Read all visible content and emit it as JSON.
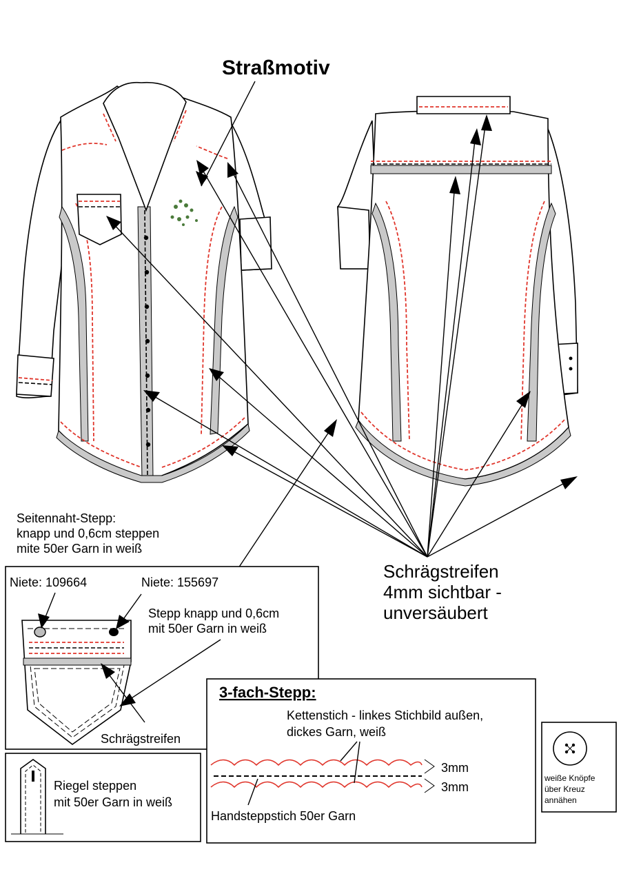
{
  "labels": {
    "motif": "Straßmotiv",
    "bias_tape_line1": "Schrägstreifen",
    "bias_tape_line2": "4mm sichtbar -",
    "bias_tape_line3": "unversäubert",
    "side_seam_line1": "Seitennaht-Stepp:",
    "side_seam_line2": "knapp und 0,6cm steppen",
    "side_seam_line3": "mite 50er Garn in weiß"
  },
  "pocket_box": {
    "rivet_left": "Niete: 109664",
    "rivet_right": "Niete: 155697",
    "stitch_line1": "Stepp knapp und 0,6cm",
    "stitch_line2": "mit 50er Garn in weiß",
    "bias_tape": "Schrägstreifen"
  },
  "bartack_box": {
    "line1": "Riegel steppen",
    "line2": "mit 50er Garn in weiß"
  },
  "triple_stitch_box": {
    "heading": "3-fach-Stepp:",
    "chain_line1": "Kettenstich - linkes Stichbild außen,",
    "chain_line2": "dickes Garn, weiß",
    "spacing_top": "3mm",
    "spacing_bottom": "3mm",
    "hand_stitch": "Handsteppstich 50er Garn"
  },
  "button_box": {
    "line1": "weiße Knöpfe",
    "line2": "über Kreuz",
    "line3": "annähen"
  },
  "colors": {
    "stitch_red": "#e0352b",
    "bias_grey": "#c9c9c9",
    "motif_green": "#4a7a3a"
  }
}
